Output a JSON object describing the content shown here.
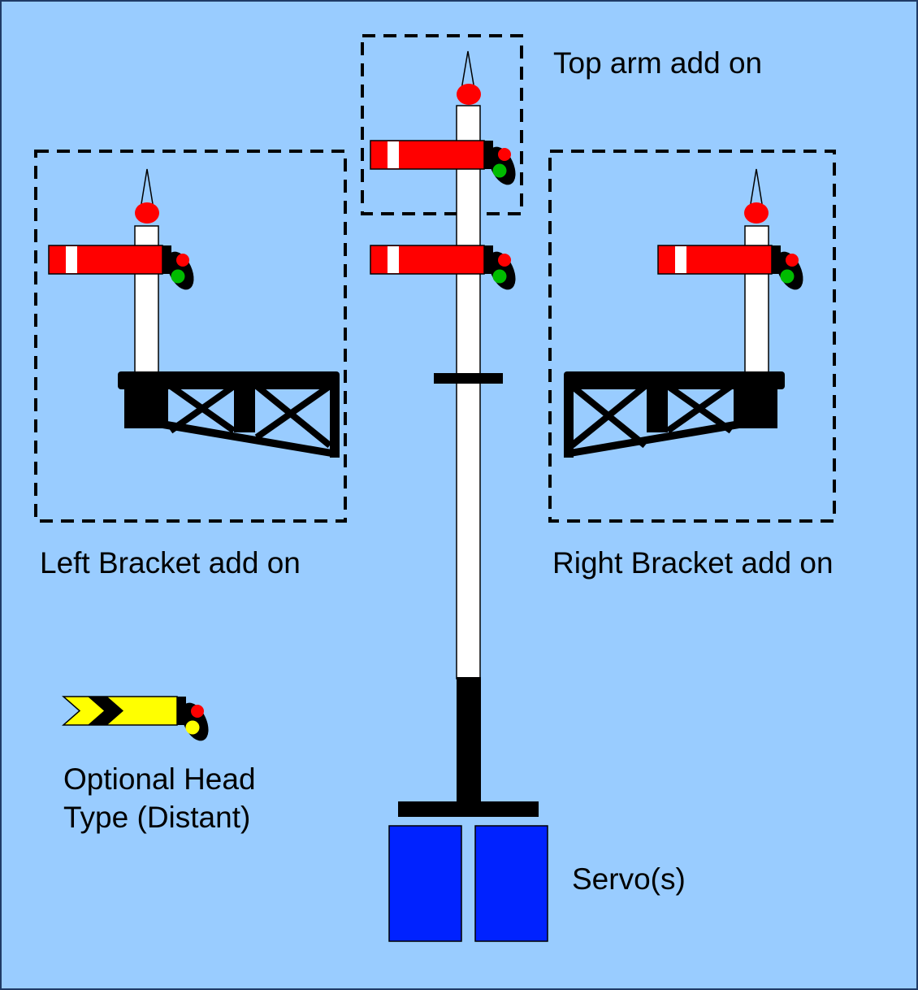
{
  "labels": {
    "top_arm": "Top arm add on",
    "left_bracket": "Left Bracket add on",
    "right_bracket": "Right Bracket add on",
    "distant_line1": "Optional Head",
    "distant_line2": "Type (Distant)",
    "servo": "Servo(s)"
  },
  "colors": {
    "background": "#99ccff",
    "border": "#1f3a66",
    "arm": "#ff0000",
    "arm_stripe": "#ffffff",
    "distant_arm": "#ffff00",
    "lamp_red": "#ff0000",
    "lamp_green": "#00bb00",
    "lamp_yellow": "#ffff00",
    "post": "#ffffff",
    "metal": "#000000",
    "servo": "#0022ff"
  },
  "icons": [
    "semaphore-arm-icon",
    "finial-icon",
    "lattice-bracket-icon",
    "servo-icon",
    "distant-arm-icon"
  ]
}
